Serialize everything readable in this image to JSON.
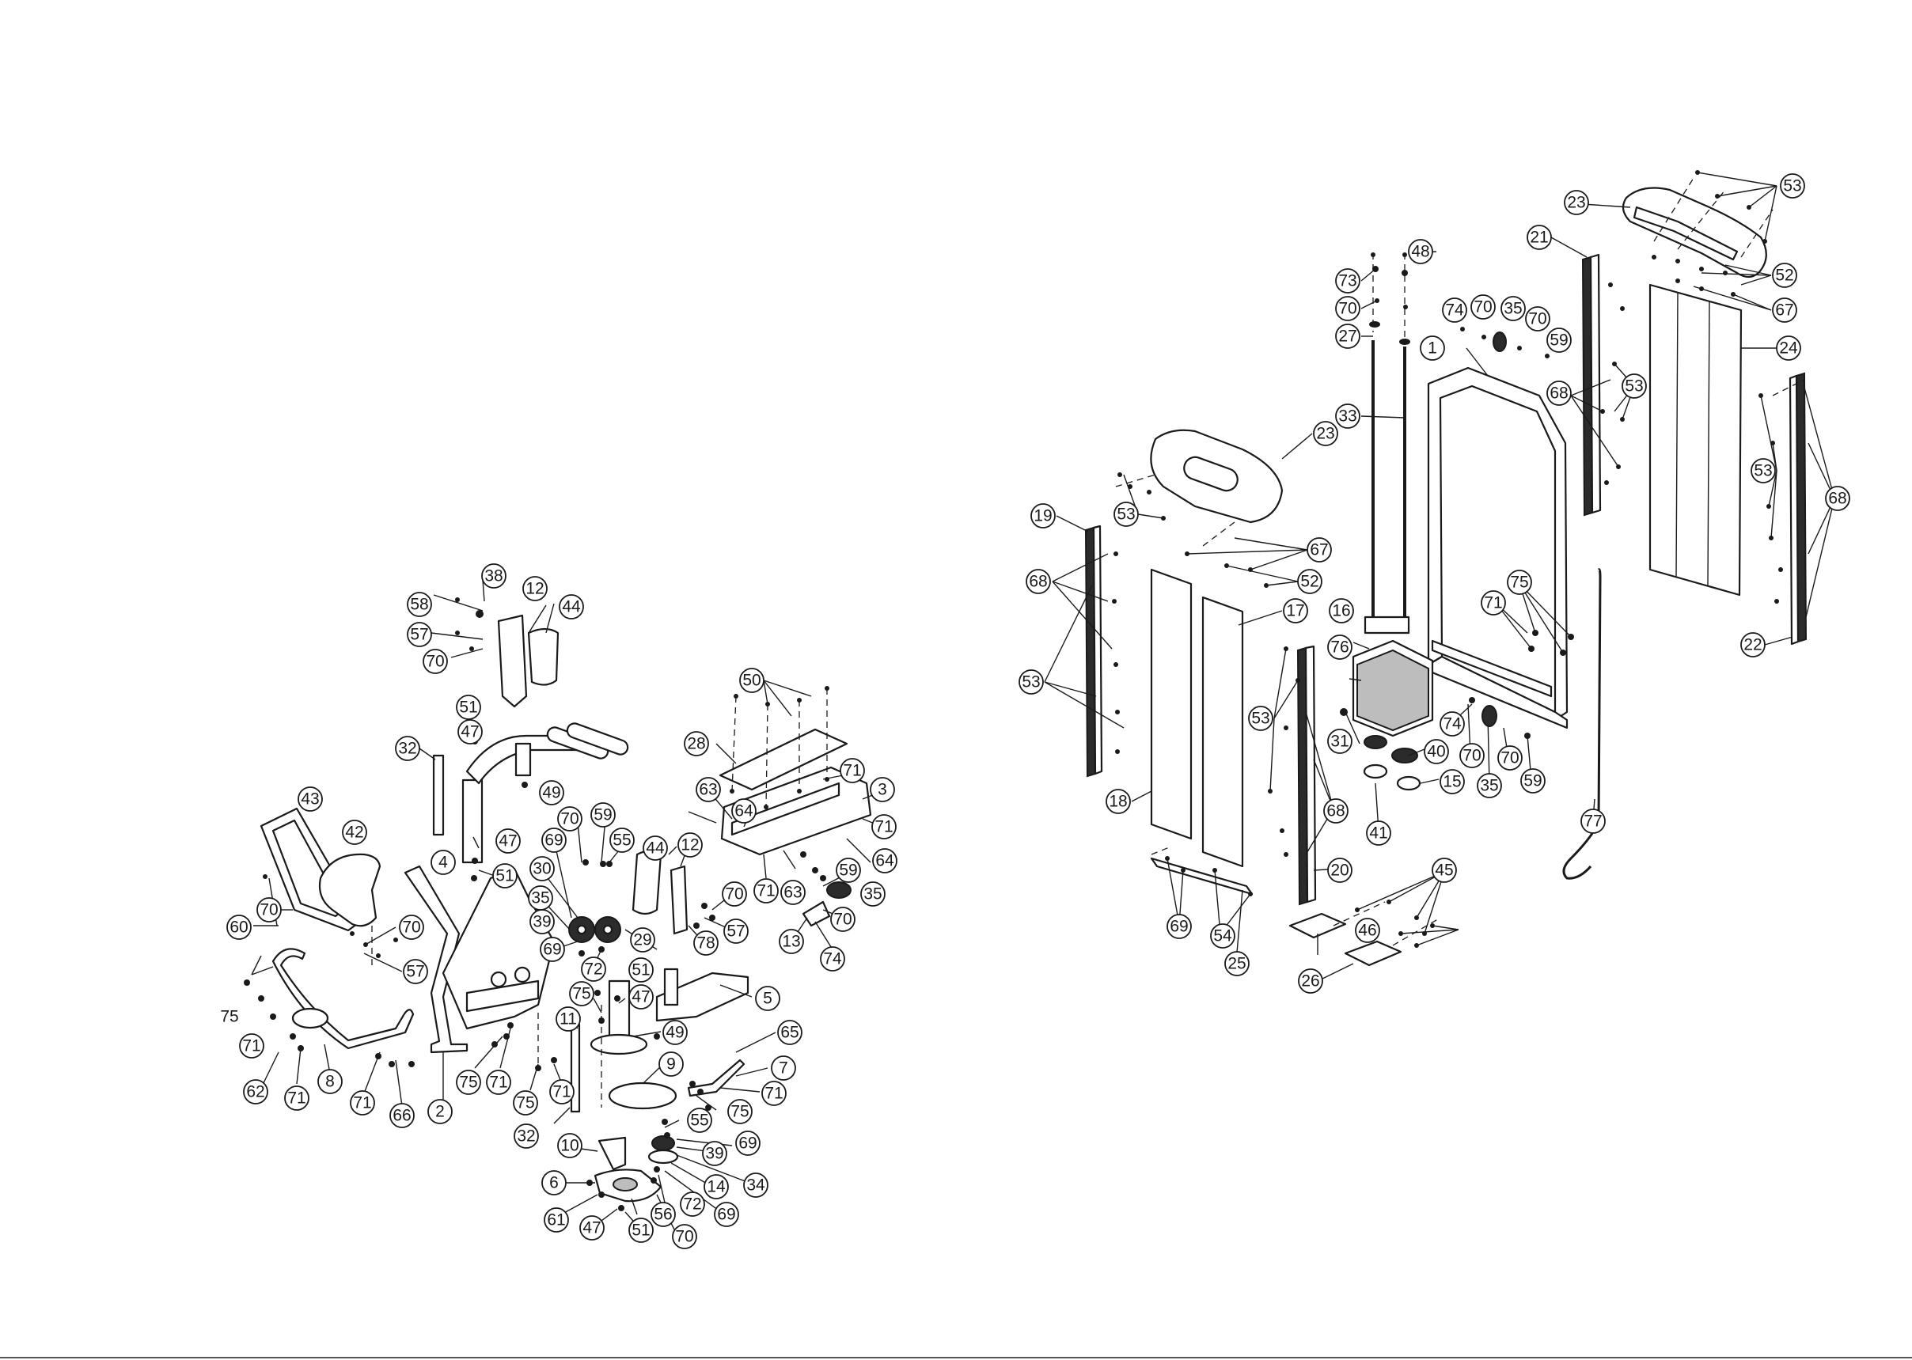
{
  "diagram": {
    "left_assembly_labels": [
      "58",
      "38",
      "12",
      "44",
      "57",
      "70",
      "51",
      "47",
      "32",
      "49",
      "47",
      "4",
      "51",
      "43",
      "42",
      "70",
      "60",
      "70",
      "57",
      "75",
      "71",
      "62",
      "71",
      "8",
      "71",
      "66",
      "2",
      "75",
      "71",
      "75",
      "71",
      "32",
      "11",
      "75",
      "47",
      "51",
      "49",
      "65",
      "7",
      "71",
      "75",
      "9",
      "10",
      "55",
      "69",
      "39",
      "34",
      "14",
      "69",
      "72",
      "56",
      "70",
      "51",
      "47",
      "61",
      "6",
      "50",
      "28",
      "71",
      "3",
      "71",
      "63",
      "64",
      "64",
      "71",
      "63",
      "59",
      "35",
      "70",
      "13",
      "74",
      "44",
      "12",
      "70",
      "57",
      "78",
      "29",
      "70",
      "59",
      "55",
      "69",
      "30",
      "35",
      "39",
      "69",
      "72",
      "5"
    ],
    "right_assembly_labels": [
      "53",
      "23",
      "52",
      "67",
      "21",
      "24",
      "53",
      "68",
      "22",
      "68",
      "53",
      "48",
      "73",
      "70",
      "27",
      "33",
      "74",
      "70",
      "35",
      "70",
      "59",
      "1",
      "23",
      "53",
      "67",
      "52",
      "19",
      "68",
      "53",
      "18",
      "17",
      "53",
      "68",
      "20",
      "16",
      "76",
      "31",
      "40",
      "15",
      "41",
      "74",
      "70",
      "35",
      "70",
      "59",
      "75",
      "71",
      "77",
      "45",
      "46",
      "26",
      "69",
      "54",
      "25"
    ]
  }
}
